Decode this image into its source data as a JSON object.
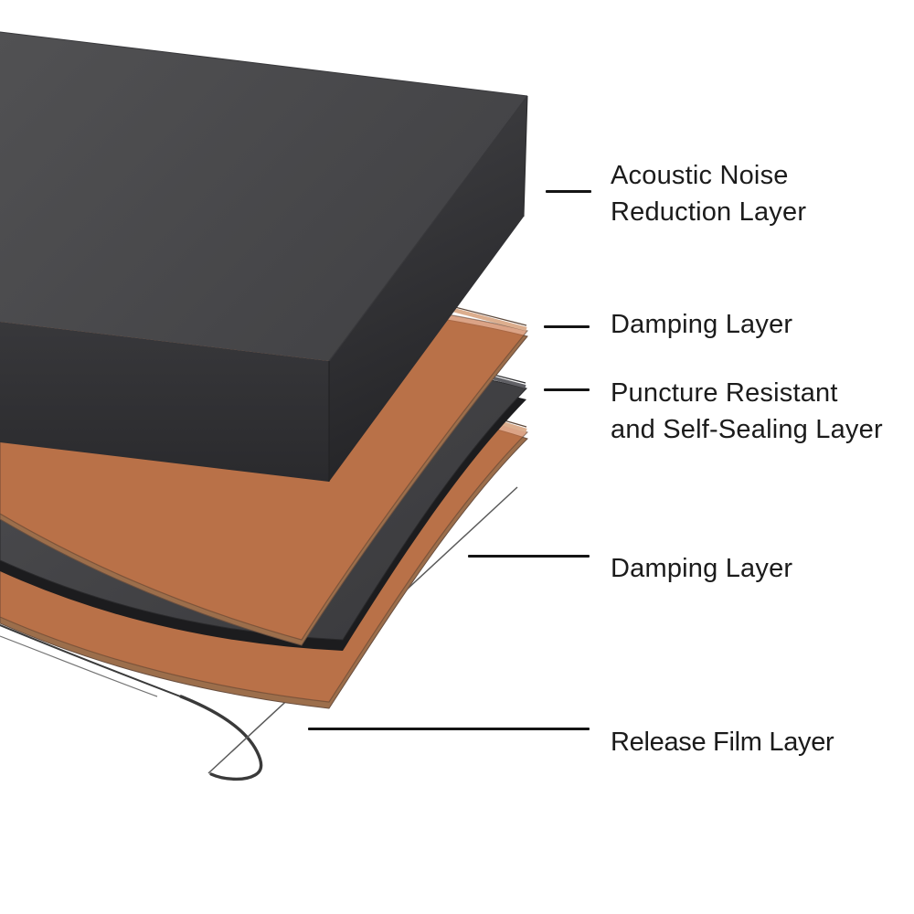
{
  "diagram": {
    "type": "exploded-layer-diagram",
    "labels": {
      "acoustic": {
        "line1": "Acoustic Noise",
        "line2": "Reduction Layer"
      },
      "damping1": {
        "line1": "Damping Layer"
      },
      "puncture": {
        "line1": "Puncture Resistant",
        "line2": "and Self-Sealing Layer"
      },
      "damping2": {
        "line1": "Damping Layer"
      },
      "release": {
        "line1": "Release Film Layer"
      }
    },
    "colors": {
      "background": "#ffffff",
      "text": "#1b1b1b",
      "leader_line": "#141414",
      "block_top": "#4c4c4e",
      "block_front": "#333336",
      "block_right": "#39393c",
      "tan_sheet_translucent": "rgba(200,115,72,0.66)",
      "tan_sheet_edge": "#9c6e4b",
      "tan_sheet_edge_highlight": "#dcae8e",
      "dark_sheet": "#47474a",
      "dark_sheet_edge": "#1c1c1e",
      "film_outline": "#3a3a3a",
      "film_thin_edge": "#5a5a5a"
    }
  }
}
